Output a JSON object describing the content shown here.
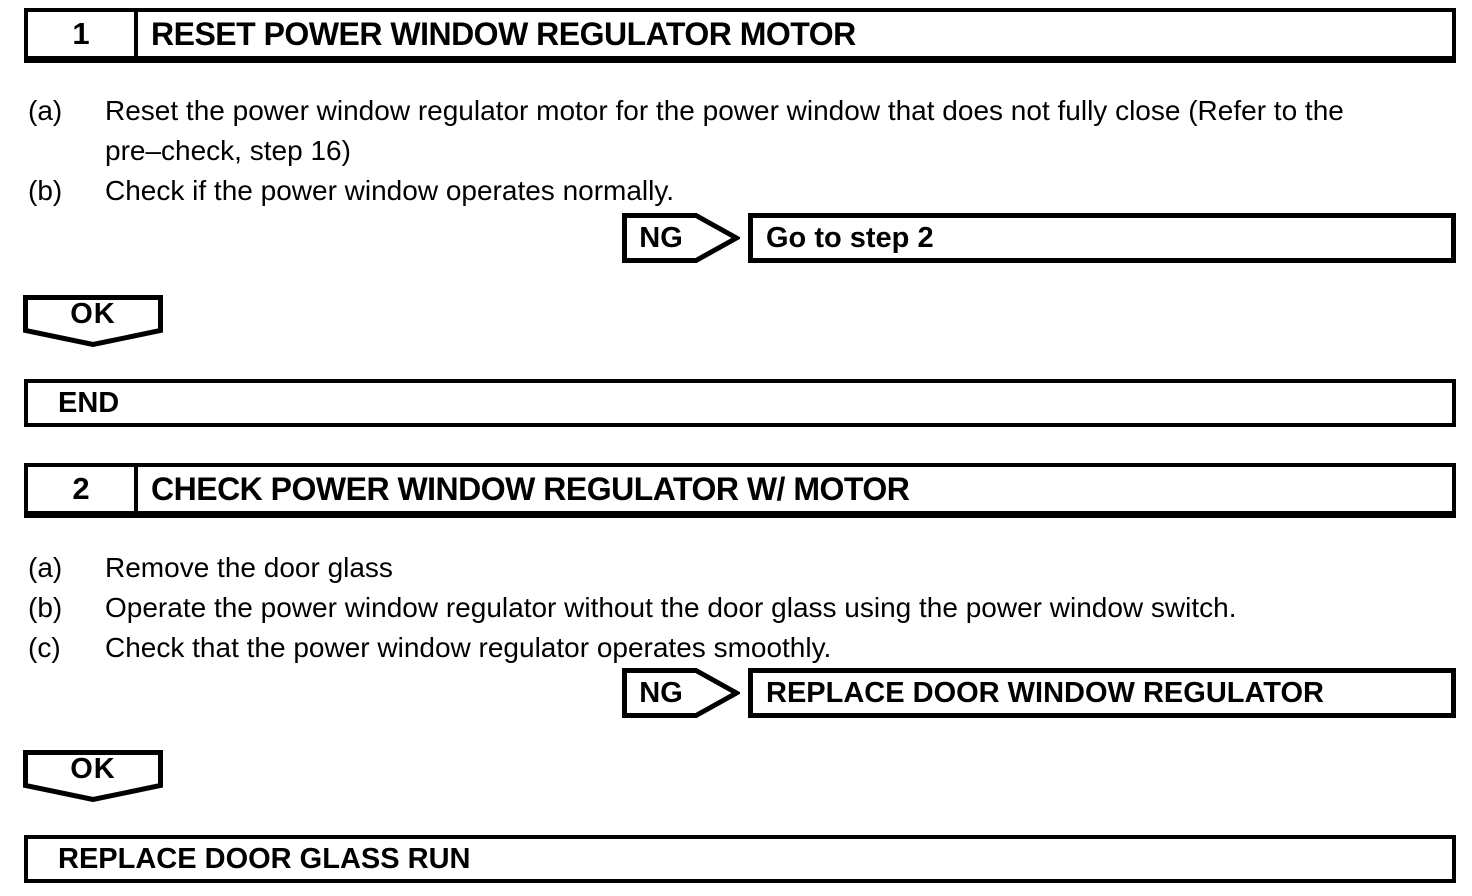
{
  "page": {
    "background": "#ffffff",
    "ink": "#000000"
  },
  "steps": [
    {
      "number": "1",
      "title": "RESET POWER WINDOW REGULATOR MOTOR",
      "instructions": [
        {
          "label": "(a)",
          "text": "Reset the power window regulator motor for the power window that does not fully close (Refer to the"
        },
        {
          "label": "",
          "text": "pre–check, step 16)"
        },
        {
          "label": "(b)",
          "text": "Check if the power window operates normally."
        }
      ],
      "ng": {
        "label": "NG",
        "result": "Go to step 2"
      },
      "ok": {
        "label": "OK",
        "result": "END"
      }
    },
    {
      "number": "2",
      "title": "CHECK POWER WINDOW REGULATOR W/ MOTOR",
      "instructions": [
        {
          "label": "(a)",
          "text": "Remove the door glass"
        },
        {
          "label": "(b)",
          "text": "Operate the power window regulator without the door glass using the power window switch."
        },
        {
          "label": "(c)",
          "text": "Check that the power window regulator operates smoothly."
        }
      ],
      "ng": {
        "label": "NG",
        "result": "REPLACE DOOR WINDOW REGULATOR"
      },
      "ok": {
        "label": "OK",
        "result": "REPLACE DOOR GLASS RUN"
      }
    }
  ]
}
